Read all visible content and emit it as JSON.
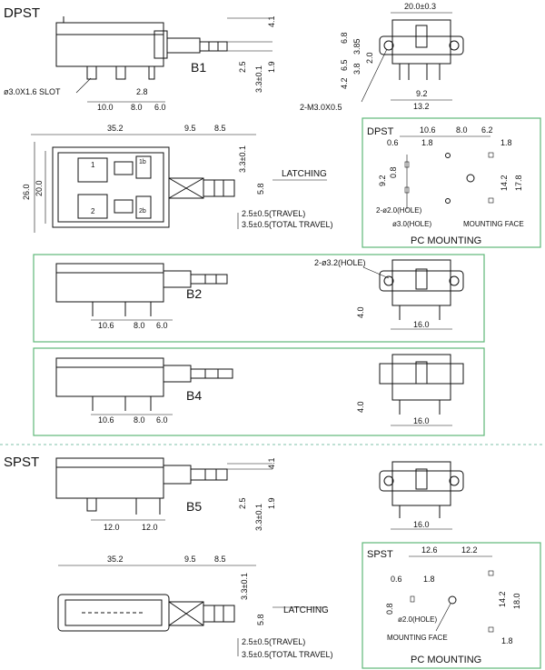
{
  "sections": {
    "dpst": "DPST",
    "spst": "SPST"
  },
  "models": {
    "b1": "B1",
    "b2": "B2",
    "b4": "B4",
    "b5": "B5"
  },
  "b1": {
    "dim_4_1": "4.1",
    "dim_2_5": "2.5",
    "dim_3_3": "3.3±0.1",
    "dim_1_9": "1.9",
    "slot": "ø3.0X1.6 SLOT",
    "dim_2_8": "2.8",
    "dim_10_0": "10.0",
    "dim_8_0": "8.0",
    "dim_6_0": "6.0"
  },
  "b1_side": {
    "dim_20_0": "20.0±0.3",
    "dim_6_8": "6.8",
    "dim_3_85": "3.85",
    "dim_6_5": "6.5",
    "dim_4_2": "4.2",
    "dim_3_8": "3.8",
    "dim_2_0": "2.0",
    "dim_9_2": "9.2",
    "dim_13_2": "13.2",
    "screw": "2-M3.0X0.5"
  },
  "dpst_top": {
    "dim_35_2": "35.2",
    "dim_9_5": "9.5",
    "dim_8_5": "8.5",
    "dim_26_0": "26.0",
    "dim_20_0": "20.0",
    "dim_3_3": "3.3±0.1",
    "dim_5_8": "5.8",
    "latching": "LATCHING",
    "travel": "2.5±0.5(TRAVEL)",
    "total_travel": "3.5±0.5(TOTAL TRAVEL)",
    "lbl_1": "1",
    "lbl_2": "2",
    "lbl_1b": "1b",
    "lbl_2b": "2b"
  },
  "dpst_pcb": {
    "title": "DPST",
    "dim_10_6": "10.6",
    "dim_8_0": "8.0",
    "dim_6_2": "6.2",
    "dim_0_6": "0.6",
    "dim_1_8a": "1.8",
    "dim_1_8b": "1.8",
    "dim_9_2": "9.2",
    "dim_0_8": "0.8",
    "dim_14_2": "14.2",
    "dim_17_8": "17.8",
    "hole_a": "2-ø2.0(HOLE)",
    "hole_b": "ø3.0(HOLE)",
    "mounting_face": "MOUNTING FACE",
    "caption": "PC MOUNTING"
  },
  "b2": {
    "dim_10_6": "10.6",
    "dim_8_0": "8.0",
    "dim_6_0": "6.0",
    "hole": "2-ø3.2(HOLE)",
    "dim_4_0": "4.0",
    "dim_16_0": "16.0"
  },
  "b4": {
    "dim_10_6": "10.6",
    "dim_8_0": "8.0",
    "dim_6_0": "6.0",
    "dim_4_0": "4.0",
    "dim_16_0": "16.0"
  },
  "b5": {
    "dim_4_1": "4.1",
    "dim_2_5": "2.5",
    "dim_3_3": "3.3±0.1",
    "dim_1_9": "1.9",
    "dim_12_0a": "12.0",
    "dim_12_0b": "12.0",
    "dim_16_0": "16.0"
  },
  "spst_top": {
    "dim_35_2": "35.2",
    "dim_9_5": "9.5",
    "dim_8_5": "8.5",
    "dim_3_3": "3.3±0.1",
    "dim_5_8": "5.8",
    "latching": "LATCHING",
    "travel": "2.5±0.5(TRAVEL)",
    "total_travel": "3.5±0.5(TOTAL TRAVEL)"
  },
  "spst_pcb": {
    "title": "SPST",
    "dim_12_6": "12.6",
    "dim_12_2": "12.2",
    "dim_0_6": "0.6",
    "dim_1_8a": "1.8",
    "dim_0_8": "0.8",
    "dim_14_2": "14.2",
    "dim_18_0": "18.0",
    "dim_1_8b": "1.8",
    "hole": "ø2.0(HOLE)",
    "mounting_face": "MOUNTING FACE",
    "caption": "PC MOUNTING"
  },
  "colors": {
    "panel_border": "#5fb878",
    "divider": "#7fc0a8",
    "ink": "#111111"
  }
}
